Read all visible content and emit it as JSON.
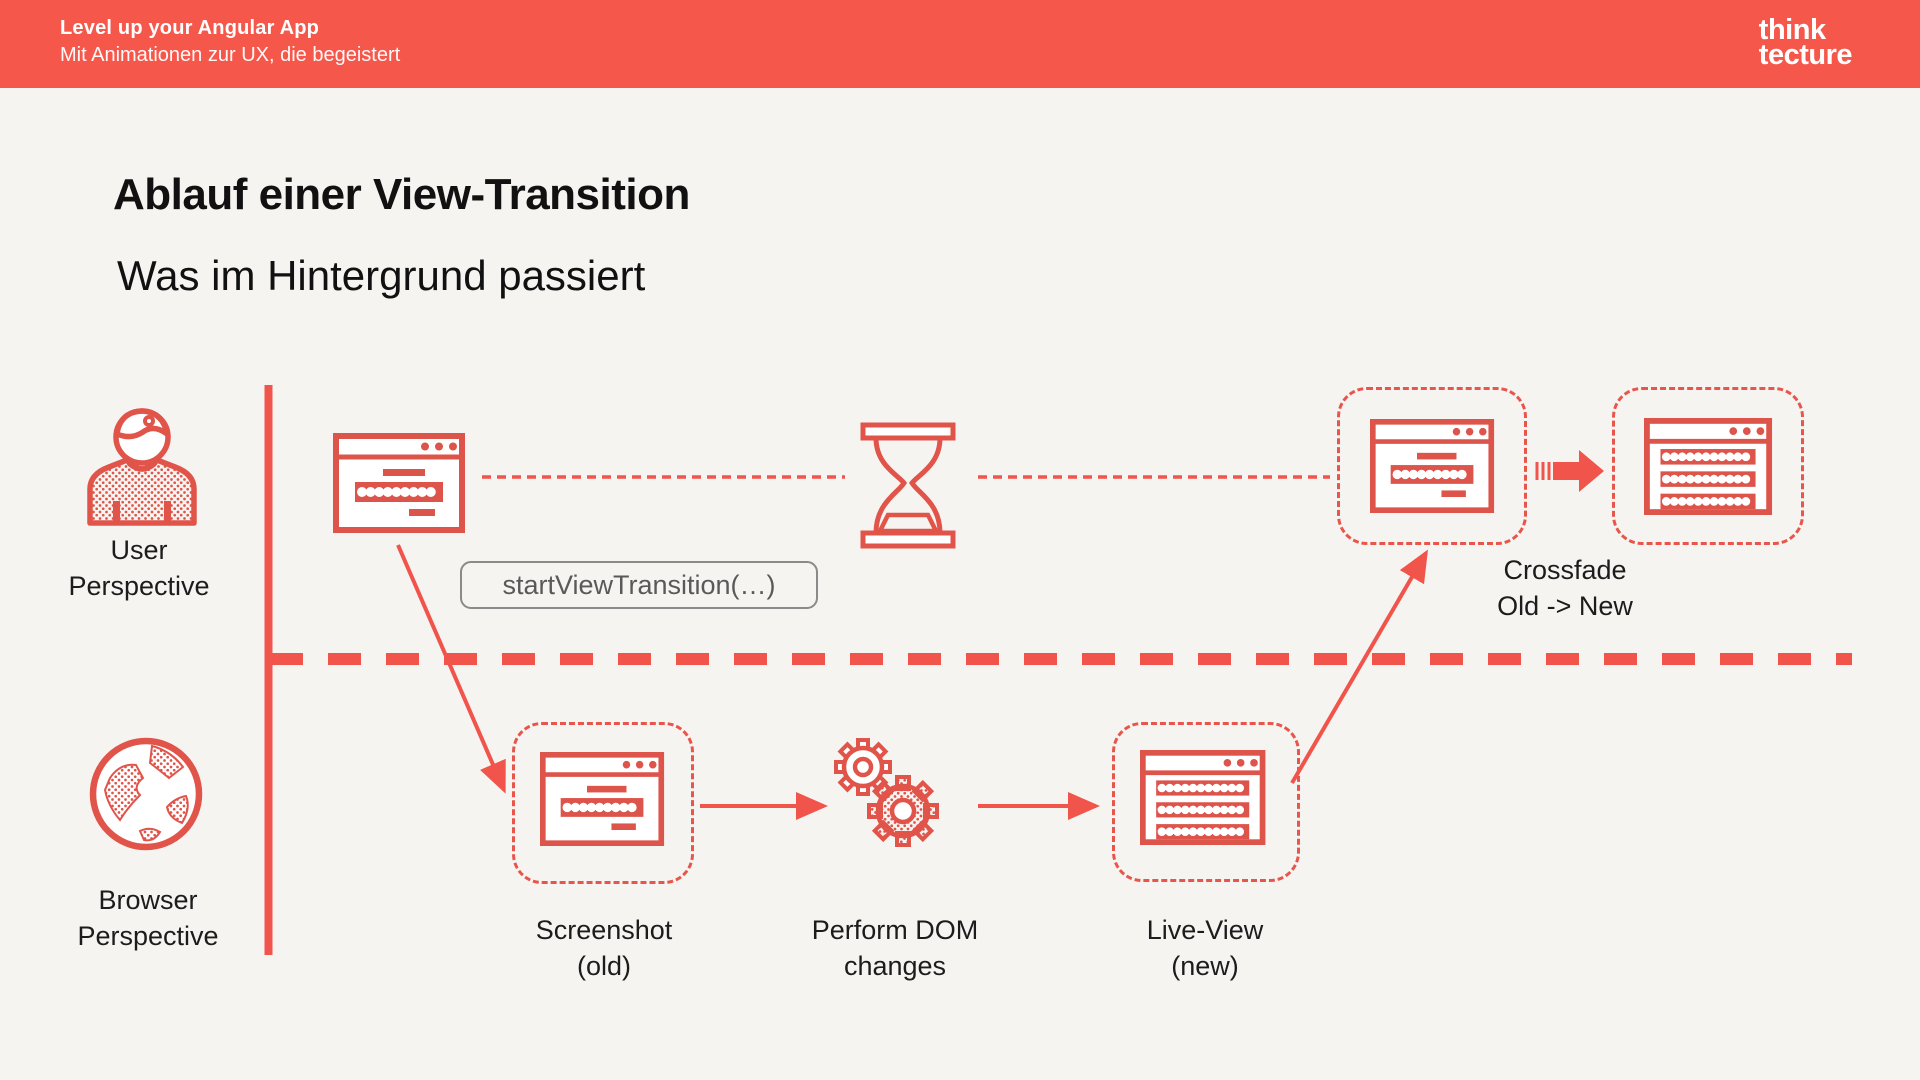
{
  "header": {
    "title": "Level up your Angular App",
    "subtitle": "Mit Animationen zur UX, die begeistert",
    "logo": [
      "think",
      "tecture"
    ],
    "bg_color": "#F5574B"
  },
  "slide": {
    "title": "Ablauf einer View-Transition",
    "subtitle": "Was im Hintergrund passiert",
    "background_color": "#F6F4F1"
  },
  "lanes": {
    "user": [
      "User",
      "Perspective"
    ],
    "browser": [
      "Browser",
      "Perspective"
    ]
  },
  "steps": {
    "start_call": "startViewTransition(…)",
    "screenshot": [
      "Screenshot",
      "(old)"
    ],
    "dom_changes": [
      "Perform DOM",
      "changes"
    ],
    "live_view": [
      "Live-View",
      "(new)"
    ],
    "crossfade": [
      "Crossfade",
      "Old -> New"
    ]
  },
  "icons": {
    "user": "user-icon",
    "globe": "globe-icon",
    "browser_window_old": "browser-window-icon",
    "browser_window_new": "browser-window-list-icon",
    "hourglass": "hourglass-icon",
    "gears": "gears-icon",
    "block_arrow": "block-arrow-icon"
  },
  "colors": {
    "accent_red": "#F5574B",
    "icon_red": "#E0544A",
    "label_text": "#1C1C1C",
    "code_text": "#595959",
    "code_border": "#8A8A8A"
  }
}
